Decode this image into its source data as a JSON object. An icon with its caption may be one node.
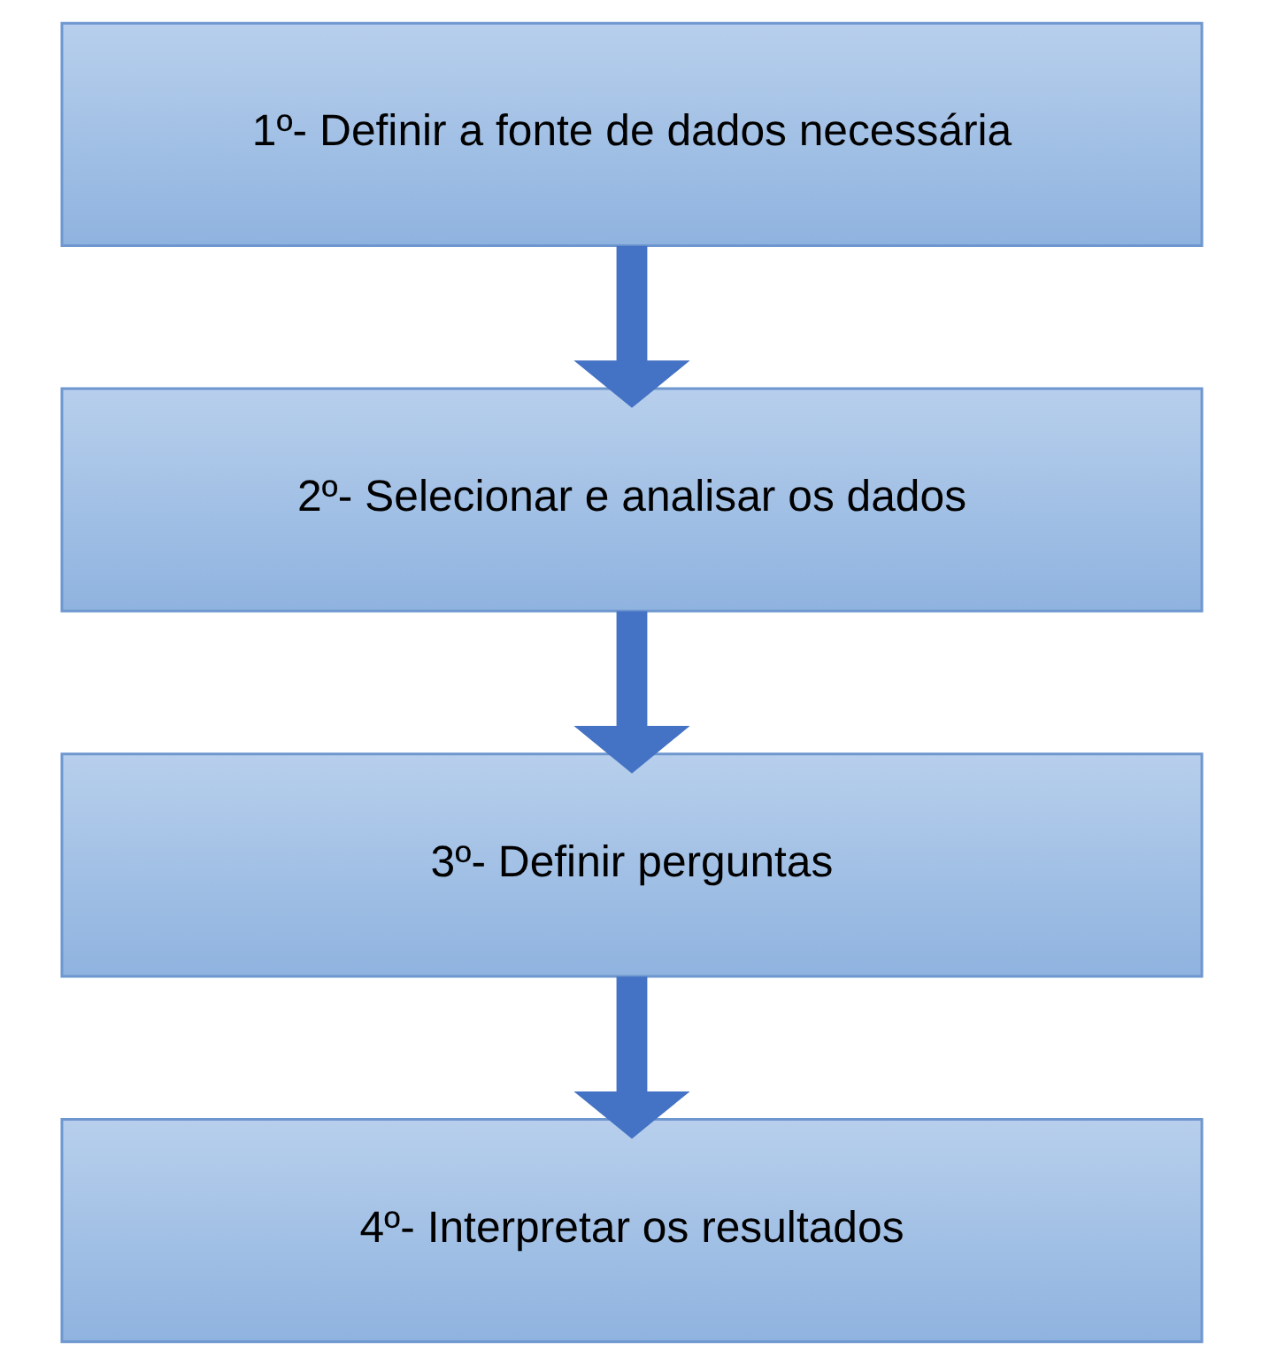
{
  "diagram": {
    "nodes": [
      {
        "text": [
          "1º- Definir a fonte de dados necessária"
        ]
      },
      {
        "text": [
          "2º- Selecionar e analisar os dados"
        ]
      },
      {
        "text": [
          "3º- Definir perguntas"
        ]
      },
      {
        "text": [
          "4º- Interpretar os resultados"
        ]
      }
    ],
    "edges": [
      {
        "from": 0,
        "to": 1,
        "arrow": "to"
      },
      {
        "from": 1,
        "to": 2,
        "arrow": "to"
      },
      {
        "from": 2,
        "to": 3,
        "arrow": "to"
      }
    ]
  }
}
